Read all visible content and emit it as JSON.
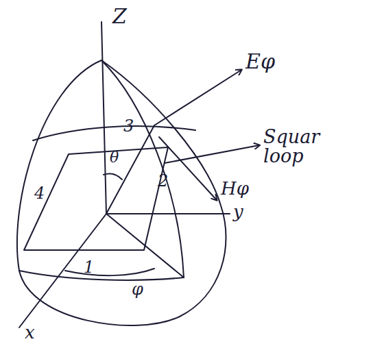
{
  "diagram": {
    "labels": [
      "Z",
      "Eφ",
      "Squar loop",
      "3",
      "θ",
      "4",
      "2",
      "Hφ",
      "y",
      "1",
      "φ",
      "x"
    ]
  }
}
